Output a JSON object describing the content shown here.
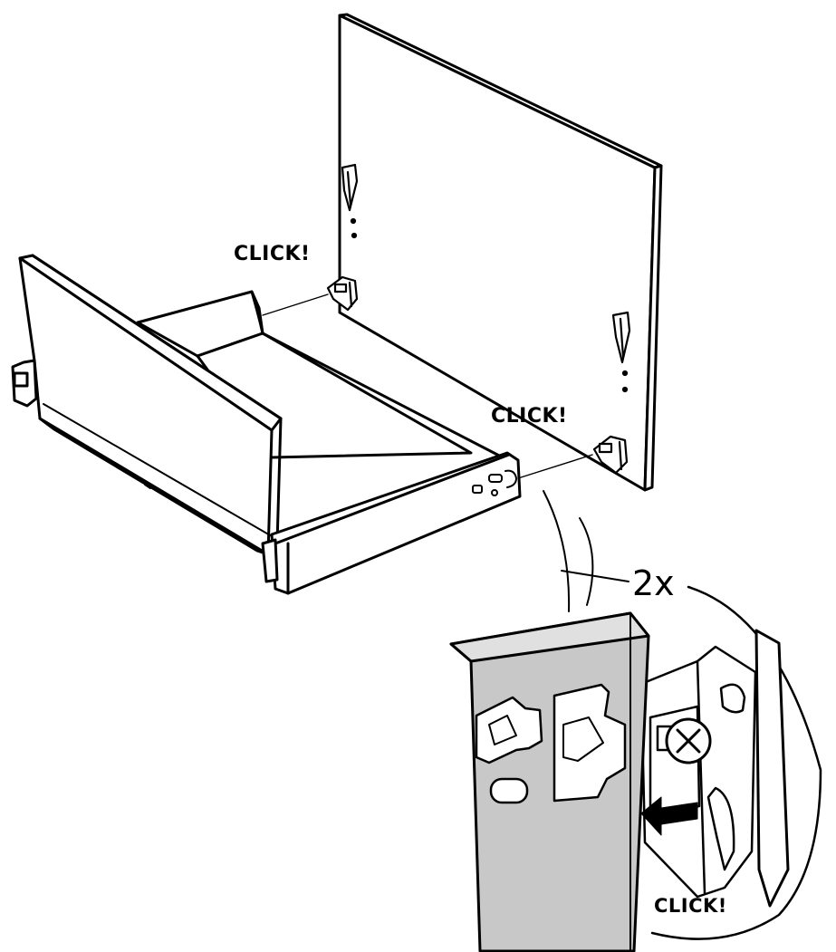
{
  "callouts": {
    "click_top": "CLICK!",
    "click_right": "CLICK!",
    "click_detail": "CLICK!",
    "multiplier": "2x"
  },
  "colors": {
    "line": "#000000",
    "fill": "#ffffff",
    "detail_panel": "#c8c8c8"
  },
  "icons": [
    "drawer-icon",
    "front-panel-icon",
    "clip-bracket-icon",
    "arrow-icon",
    "screw-icon"
  ]
}
